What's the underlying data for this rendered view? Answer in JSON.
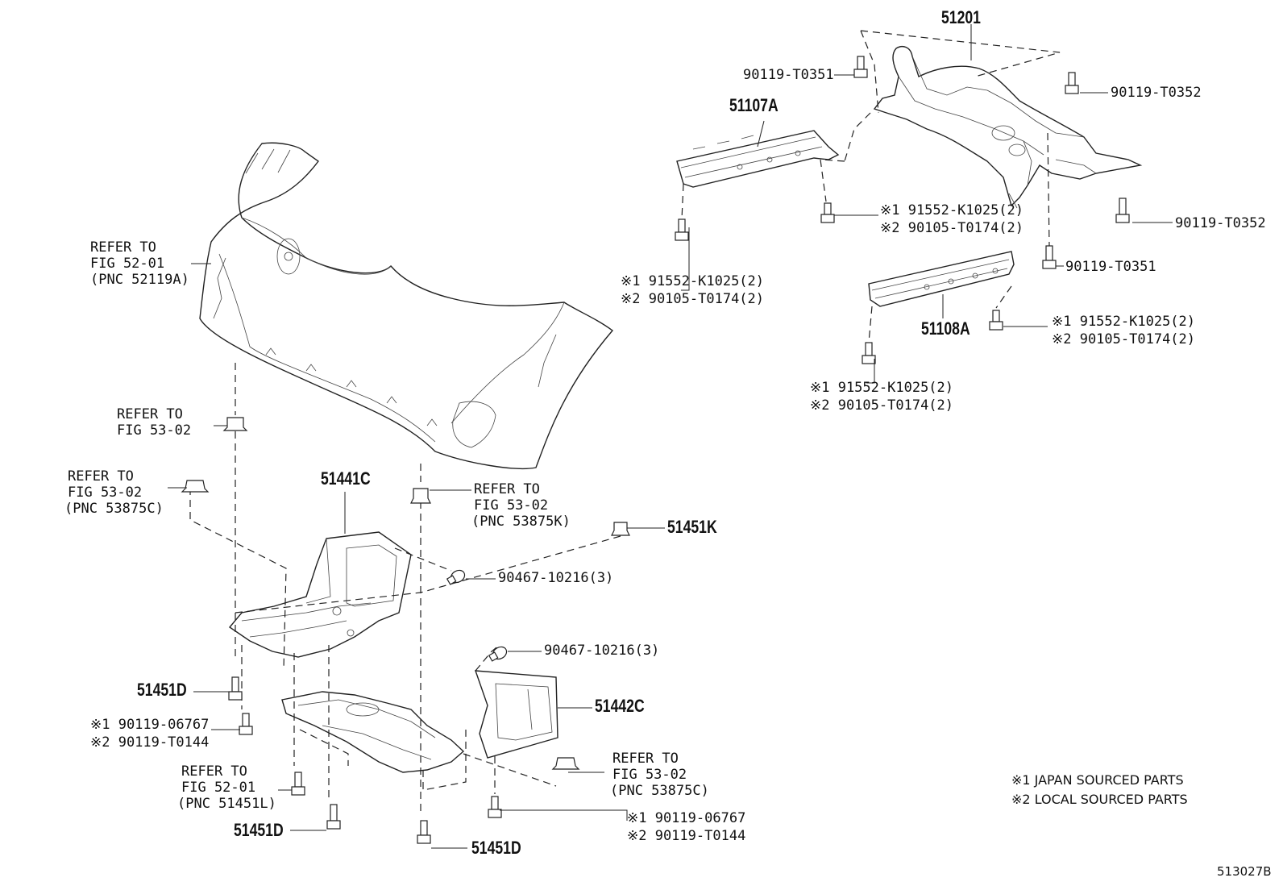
{
  "labels": {
    "p51201": "51201",
    "p51107a": "51107A",
    "p51108a": "51108A",
    "b_0351_top": "90119-T0351",
    "b_0352_top": "90119-T0352",
    "b_0352_right": "90119-T0352",
    "b_0351_right": "90119-T0351",
    "mid_a1": "※1 91552-K1025(2)",
    "mid_a2": "※2 90105-T0174(2)",
    "left_a1": "※1 91552-K1025(2)",
    "left_a2": "※2 90105-T0174(2)",
    "right_b1": "※1 91552-K1025(2)",
    "right_b2": "※2 90105-T0174(2)",
    "lower_b1": "※1 91552-K1025(2)",
    "lower_b2": "※2 90105-T0174(2)",
    "ref_bumper_1": "REFER TO",
    "ref_bumper_2": "FIG 52-01",
    "ref_bumper_3": "(PNC 52119A)",
    "ref_clip1_1": "REFER TO",
    "ref_clip1_2": "FIG 53-02",
    "ref_clip2_1": "REFER TO",
    "ref_clip2_2": "FIG 53-02",
    "ref_clip2_3": "(PNC 53875C)",
    "ref_clip3_1": "REFER TO",
    "ref_clip3_2": "FIG 53-02",
    "ref_clip3_3": "(PNC 53875K)",
    "p51441c": "51441C",
    "p51451k": "51451K",
    "screw1": "90467-10216(3)",
    "screw2": "90467-10216(3)",
    "p51451d_1": "51451D",
    "p51451d_2": "51451D",
    "p51451d_3": "51451D",
    "b_06767_l1": "※1 90119-06767",
    "b_06767_l2": "※2 90119-T0144",
    "ref_5245_1": "REFER TO",
    "ref_5245_2": "FIG 52-01",
    "ref_5245_3": "(PNC 51451L)",
    "p51442c": "51442C",
    "ref_clip4_1": "REFER TO",
    "ref_clip4_2": "FIG 53-02",
    "ref_clip4_3": "(PNC 53875C)",
    "b_06767_r1": "※1 90119-06767",
    "b_06767_r2": "※2 90119-T0144"
  },
  "legend": {
    "line1": "※1 JAPAN SOURCED PARTS",
    "line2": "※2 LOCAL SOURCED PARTS"
  },
  "figure_code": "513027B"
}
